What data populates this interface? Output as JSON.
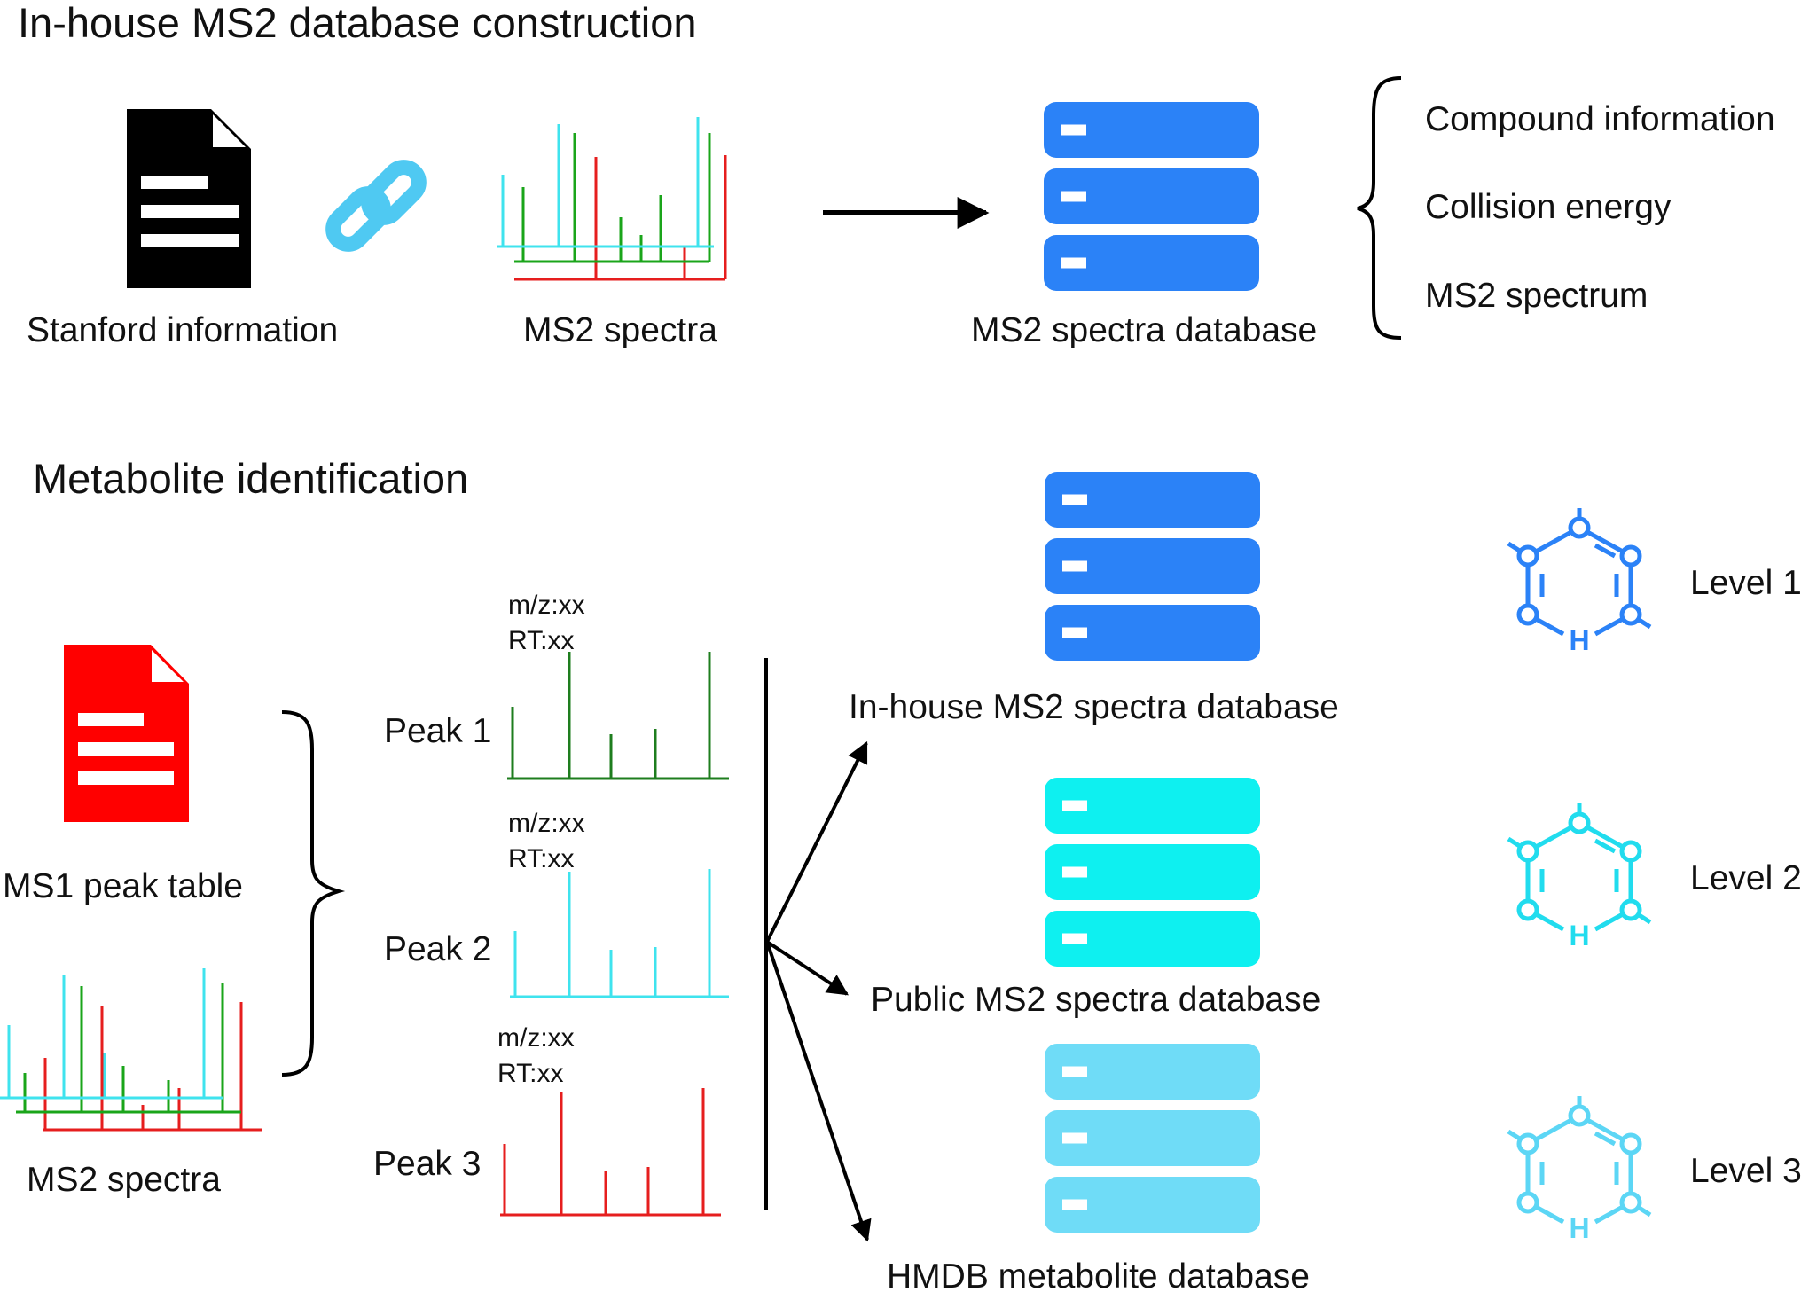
{
  "colors": {
    "black": "#000000",
    "cyan": "#3fe3ee",
    "green": "#1aa51a",
    "red": "#e61e1e",
    "dark_green": "#1e7d1e",
    "db_blue": "#2b82f7",
    "db_cyan": "#0ef0f0",
    "db_light": "#6fdcf7",
    "doc_red": "#ff0000",
    "link_blue": "#4fc9f2",
    "level1": "#2b82f7",
    "level2": "#21dcee",
    "level3": "#5cd6f5"
  },
  "icons": {
    "doc": "document-icon",
    "link": "link-chain-icon",
    "database": "database-server-icon",
    "molecule": "hexagon-molecule-icon",
    "spectrum": "ms2-spectrum-icon"
  },
  "section1": {
    "title": "In-house MS2 database construction",
    "standard_label": "Stanford information",
    "spectra_label": "MS2 spectra",
    "database_label": "MS2 spectra database",
    "contents": [
      "Compound information",
      "Collision energy",
      "MS2 spectrum"
    ]
  },
  "section2": {
    "title": "Metabolite identification",
    "peak_table_label": "MS1 peak table",
    "spectra_label": "MS2 spectra",
    "peaks": [
      {
        "label": "Peak 1",
        "mz": "m/z:xx",
        "rt": "RT:xx"
      },
      {
        "label": "Peak 2",
        "mz": "m/z:xx",
        "rt": "RT:xx"
      },
      {
        "label": "Peak 3",
        "mz": "m/z:xx",
        "rt": "RT:xx"
      }
    ],
    "databases": [
      "In-house MS2 spectra database",
      "Public MS2 spectra database",
      "HMDB metabolite database"
    ],
    "levels": [
      "Level 1",
      "Level 2",
      "Level 3"
    ],
    "ring_letter": "H"
  }
}
